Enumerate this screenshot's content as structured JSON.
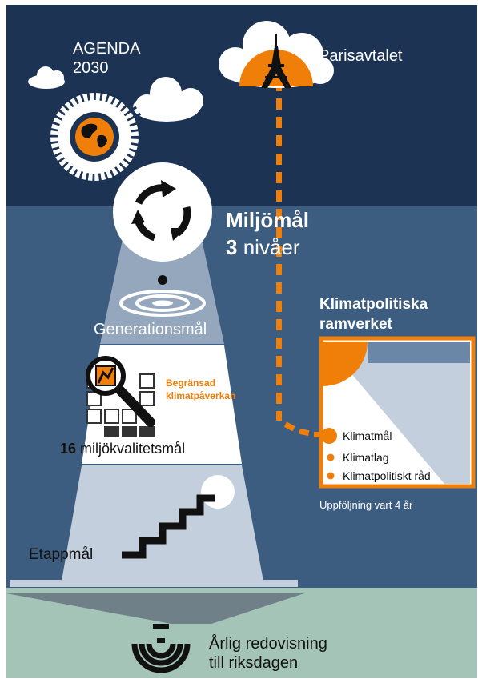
{
  "colors": {
    "navy": "#1c3353",
    "steel": "#3d5d80",
    "light_steel": "#94a7bd",
    "pale": "#c3cfdc",
    "sage": "#a3c4b6",
    "orange": "#f07f0a"
  },
  "top": {
    "agenda_line1": "AGENDA",
    "agenda_line2": "2030",
    "paris": "Parisavtalet"
  },
  "middle": {
    "miljomal_title": "Miljömål",
    "levels_number": "3",
    "levels_word": "nivåer",
    "generationsmal": "Generationsmål",
    "begransad_line1": "Begränsad",
    "begransad_line2": "klimatpåverkan",
    "miljokval_number": "16",
    "miljokval_label": "miljökvalitetsmål",
    "etappmal": "Etappmål"
  },
  "klimat": {
    "title_line1": "Klimatpolitiska",
    "title_line2": "ramverket",
    "items": [
      "Klimatmål",
      "Klimatlag",
      "Klimatpolitiskt råd"
    ],
    "followup": "Uppföljning vart 4 år"
  },
  "bottom": {
    "line1": "Årlig redovisning",
    "line2": "till riksdagen"
  },
  "icons": [
    "cloud-icon",
    "globe-icon",
    "eiffel-tower-icon",
    "cycle-arrows-icon",
    "target-icon",
    "magnifier-icon",
    "stairs-icon",
    "sun-icon",
    "broadcast-icon"
  ]
}
